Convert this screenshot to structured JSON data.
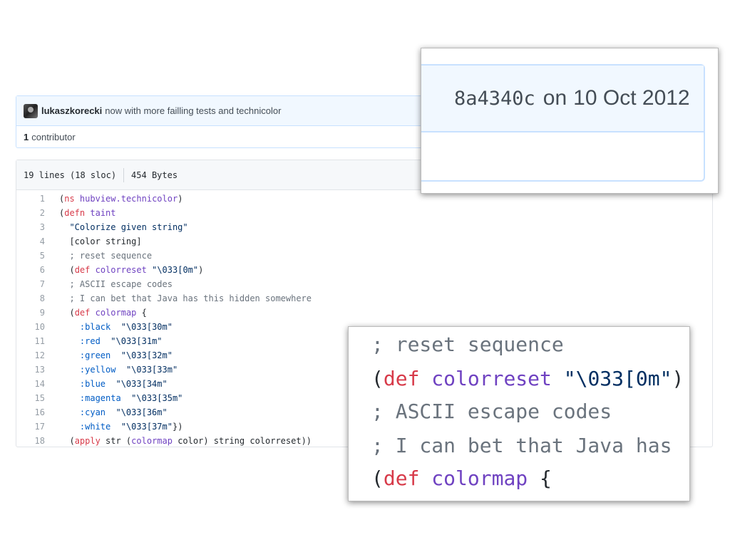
{
  "commit": {
    "author": "lukaszkorecki",
    "message": "now with more failling tests and technicolor",
    "sha": "8a4340c",
    "date_prefix": "on",
    "date": "10 Oct 2012"
  },
  "contributors": {
    "count": "1",
    "label": "contributor"
  },
  "file_info": {
    "lines": "19 lines (18 sloc)",
    "size": "454 Bytes"
  },
  "code_lines": [
    {
      "n": "1",
      "parts": [
        {
          "t": "(",
          "c": "src"
        },
        {
          "t": "ns",
          "c": "kw"
        },
        {
          "t": " ",
          "c": "src"
        },
        {
          "t": "hubview.technicolor",
          "c": "fn"
        },
        {
          "t": ")",
          "c": "src"
        }
      ]
    },
    {
      "n": "2",
      "parts": [
        {
          "t": "(",
          "c": "src"
        },
        {
          "t": "defn",
          "c": "kw"
        },
        {
          "t": " ",
          "c": "src"
        },
        {
          "t": "taint",
          "c": "fn"
        }
      ]
    },
    {
      "n": "3",
      "parts": [
        {
          "t": "  ",
          "c": "src"
        },
        {
          "t": "\"Colorize given string\"",
          "c": "str"
        }
      ]
    },
    {
      "n": "4",
      "parts": [
        {
          "t": "  [color string]",
          "c": "src"
        }
      ]
    },
    {
      "n": "5",
      "parts": [
        {
          "t": "  ",
          "c": "src"
        },
        {
          "t": "; reset sequence",
          "c": "cmt"
        }
      ]
    },
    {
      "n": "6",
      "parts": [
        {
          "t": "  (",
          "c": "src"
        },
        {
          "t": "def",
          "c": "kw"
        },
        {
          "t": " ",
          "c": "src"
        },
        {
          "t": "colorreset",
          "c": "fn"
        },
        {
          "t": " ",
          "c": "src"
        },
        {
          "t": "\"\\033[0m\"",
          "c": "str"
        },
        {
          "t": ")",
          "c": "src"
        }
      ]
    },
    {
      "n": "7",
      "parts": [
        {
          "t": "  ",
          "c": "src"
        },
        {
          "t": "; ASCII escape codes",
          "c": "cmt"
        }
      ]
    },
    {
      "n": "8",
      "parts": [
        {
          "t": "  ",
          "c": "src"
        },
        {
          "t": "; I can bet that Java has this hidden somewhere",
          "c": "cmt"
        }
      ]
    },
    {
      "n": "9",
      "parts": [
        {
          "t": "  (",
          "c": "src"
        },
        {
          "t": "def",
          "c": "kw"
        },
        {
          "t": " ",
          "c": "src"
        },
        {
          "t": "colormap",
          "c": "fn"
        },
        {
          "t": " {",
          "c": "src"
        }
      ]
    },
    {
      "n": "10",
      "parts": [
        {
          "t": "    ",
          "c": "src"
        },
        {
          "t": ":black",
          "c": "kwd"
        },
        {
          "t": "  ",
          "c": "src"
        },
        {
          "t": "\"\\033[30m\"",
          "c": "str"
        }
      ]
    },
    {
      "n": "11",
      "parts": [
        {
          "t": "    ",
          "c": "src"
        },
        {
          "t": ":red",
          "c": "kwd"
        },
        {
          "t": "  ",
          "c": "src"
        },
        {
          "t": "\"\\033[31m\"",
          "c": "str"
        }
      ]
    },
    {
      "n": "12",
      "parts": [
        {
          "t": "    ",
          "c": "src"
        },
        {
          "t": ":green",
          "c": "kwd"
        },
        {
          "t": "  ",
          "c": "src"
        },
        {
          "t": "\"\\033[32m\"",
          "c": "str"
        }
      ]
    },
    {
      "n": "13",
      "parts": [
        {
          "t": "    ",
          "c": "src"
        },
        {
          "t": ":yellow",
          "c": "kwd"
        },
        {
          "t": "  ",
          "c": "src"
        },
        {
          "t": "\"\\033[33m\"",
          "c": "str"
        }
      ]
    },
    {
      "n": "14",
      "parts": [
        {
          "t": "    ",
          "c": "src"
        },
        {
          "t": ":blue",
          "c": "kwd"
        },
        {
          "t": "  ",
          "c": "src"
        },
        {
          "t": "\"\\033[34m\"",
          "c": "str"
        }
      ]
    },
    {
      "n": "15",
      "parts": [
        {
          "t": "    ",
          "c": "src"
        },
        {
          "t": ":magenta",
          "c": "kwd"
        },
        {
          "t": "  ",
          "c": "src"
        },
        {
          "t": "\"\\033[35m\"",
          "c": "str"
        }
      ]
    },
    {
      "n": "16",
      "parts": [
        {
          "t": "    ",
          "c": "src"
        },
        {
          "t": ":cyan",
          "c": "kwd"
        },
        {
          "t": "  ",
          "c": "src"
        },
        {
          "t": "\"\\033[36m\"",
          "c": "str"
        }
      ]
    },
    {
      "n": "17",
      "parts": [
        {
          "t": "    ",
          "c": "src"
        },
        {
          "t": ":white",
          "c": "kwd"
        },
        {
          "t": "  ",
          "c": "src"
        },
        {
          "t": "\"\\033[37m\"",
          "c": "str"
        },
        {
          "t": "})",
          "c": "src"
        }
      ]
    },
    {
      "n": "18",
      "parts": [
        {
          "t": "  (",
          "c": "src"
        },
        {
          "t": "apply",
          "c": "kw"
        },
        {
          "t": " str (",
          "c": "src"
        },
        {
          "t": "colormap",
          "c": "fn"
        },
        {
          "t": " color) string colorreset))",
          "c": "src"
        }
      ]
    }
  ],
  "zoom_code": [
    [
      {
        "t": "; reset sequence",
        "c": "cmt"
      }
    ],
    [
      {
        "t": "(",
        "c": "src"
      },
      {
        "t": "def",
        "c": "kw"
      },
      {
        "t": " ",
        "c": "src"
      },
      {
        "t": "colorreset",
        "c": "fn"
      },
      {
        "t": " ",
        "c": "src"
      },
      {
        "t": "\"\\033[0m\"",
        "c": "str"
      },
      {
        "t": ")",
        "c": "src"
      }
    ],
    [
      {
        "t": "; ASCII escape codes",
        "c": "cmt"
      }
    ],
    [
      {
        "t": "; I can bet that Java has",
        "c": "cmt"
      }
    ],
    [
      {
        "t": "(",
        "c": "src"
      },
      {
        "t": "def",
        "c": "kw"
      },
      {
        "t": " ",
        "c": "src"
      },
      {
        "t": "colormap",
        "c": "fn"
      },
      {
        "t": " {",
        "c": "src"
      }
    ]
  ],
  "colors": {
    "keyword": "#d73a49",
    "function": "#6f42c1",
    "string": "#032f62",
    "comment": "#6a737d",
    "clj_keyword": "#005cc5"
  }
}
